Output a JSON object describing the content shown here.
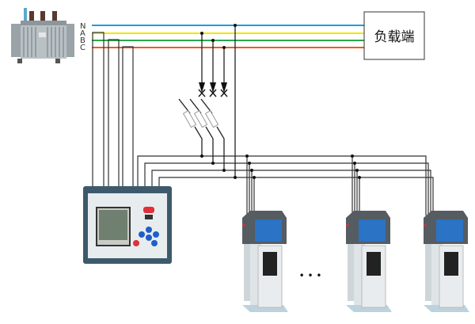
{
  "phase_labels": {
    "n": "N",
    "a": "A",
    "b": "B",
    "c": "C"
  },
  "load_label": "负载端",
  "ellipsis": "• • •",
  "colors": {
    "n": "#1e9be6",
    "a": "#f2e600",
    "b": "#2aa84a",
    "c": "#ee5a1c",
    "wire": "#333333"
  }
}
